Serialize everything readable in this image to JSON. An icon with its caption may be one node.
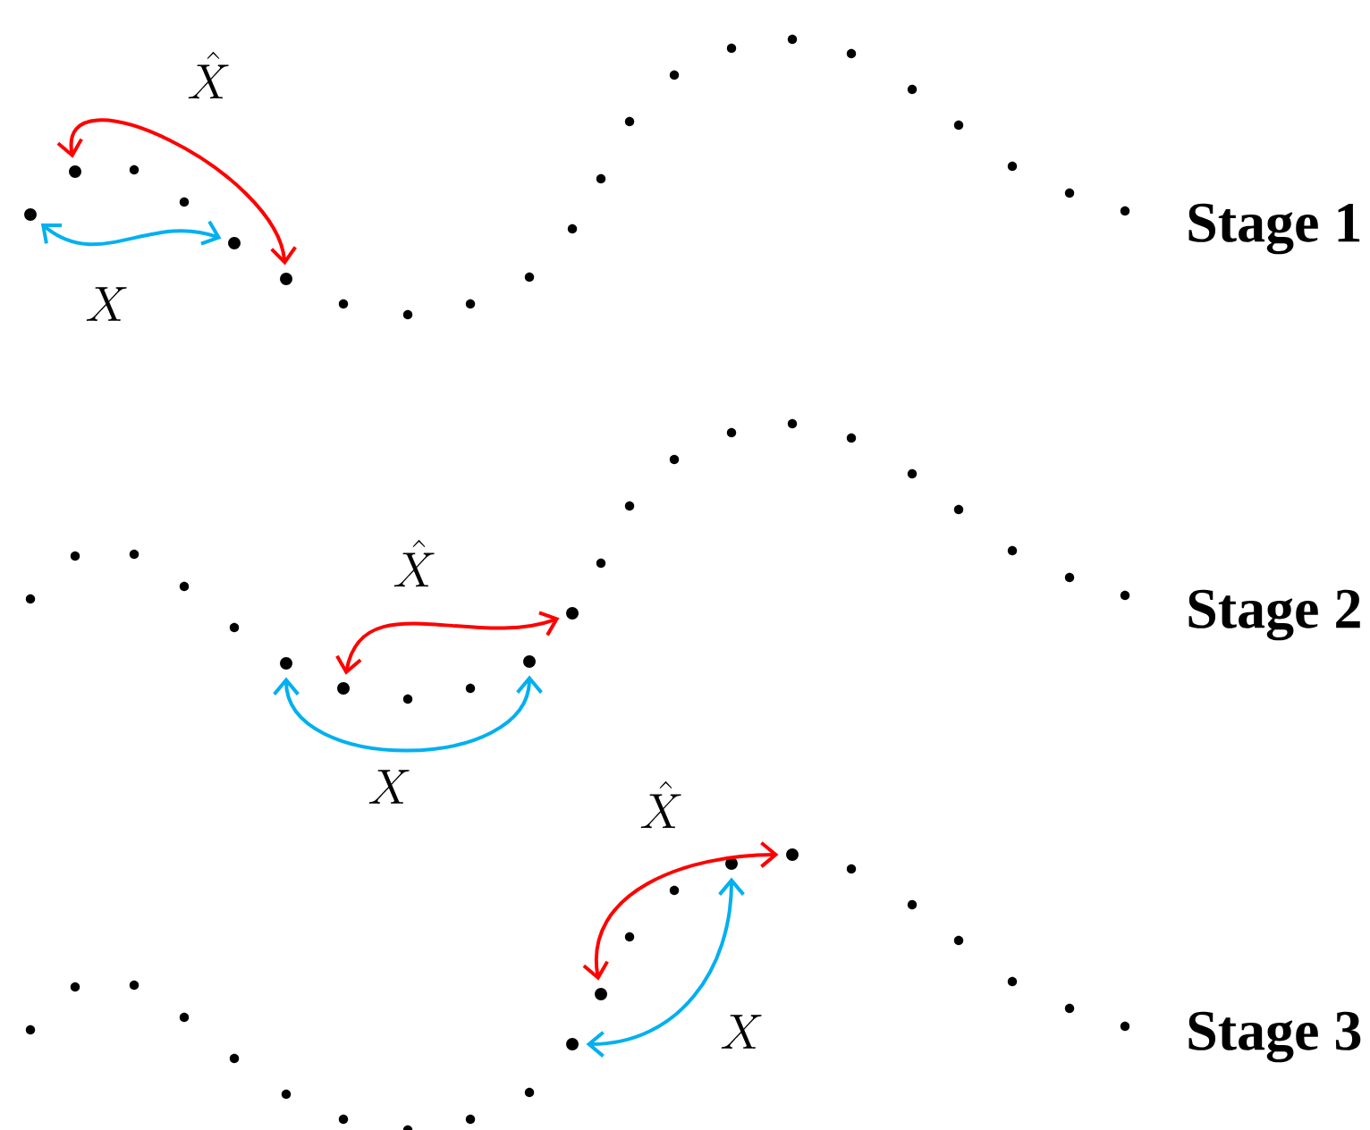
{
  "diagram": {
    "nodes": [
      {
        "text": [],
        "shape": "circle"
      },
      {
        "text": [],
        "shape": "circle"
      },
      {
        "text": [],
        "shape": "circle"
      },
      {
        "text": [],
        "shape": "circle"
      },
      {
        "text": [],
        "shape": "circle"
      },
      {
        "text": [],
        "shape": "circle"
      },
      {
        "text": [],
        "shape": "circle"
      },
      {
        "text": [],
        "shape": "circle"
      },
      {
        "text": [],
        "shape": "circle"
      },
      {
        "text": [],
        "shape": "circle"
      },
      {
        "text": [],
        "shape": "circle"
      },
      {
        "text": [],
        "shape": "circle"
      }
    ],
    "edges": [
      {
        "from": 1,
        "to": 3,
        "arrow": "both",
        "label": "\\hat{X}",
        "color": "#ff0000"
      },
      {
        "from": 0,
        "to": 2,
        "arrow": "both",
        "label": "X",
        "color": "#00b0f0"
      },
      {
        "from": 5,
        "to": 7,
        "arrow": "both",
        "label": "\\hat{X}",
        "color": "#ff0000"
      },
      {
        "from": 4,
        "to": 6,
        "arrow": "both",
        "label": "X",
        "color": "#00b0f0"
      },
      {
        "from": 9,
        "to": 11,
        "arrow": "both",
        "label": "\\hat{X}",
        "color": "#ff0000"
      },
      {
        "from": 8,
        "to": 10,
        "arrow": "both",
        "label": "X",
        "color": "#00b0f0"
      }
    ],
    "labels": [
      "Stage 1",
      "Stage 2",
      "Stage 3"
    ]
  }
}
